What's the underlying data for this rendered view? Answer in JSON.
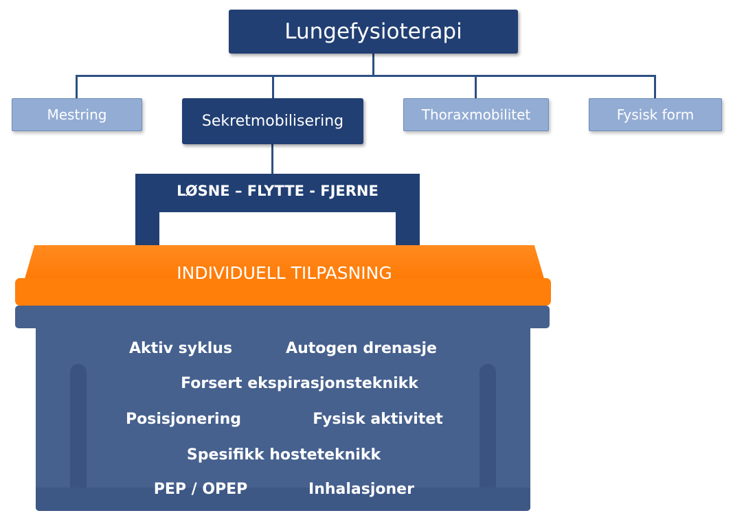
{
  "diagram": {
    "root": "Lungefysioterapi",
    "branches": [
      "Mestring",
      "Sekretmobilisering",
      "Thoraxmobilitet",
      "Fysisk form"
    ],
    "handle_label": "LØSNE – FLYTTE - FJERNE",
    "lid_label": "INDIVIDUELL TILPASNING",
    "techniques": [
      "Aktiv syklus",
      "Autogen drenasje",
      "Forsert ekspirasjonsteknikk",
      "Posisjonering",
      "Fysisk aktivitet",
      "Spesifikk hosteteknikk",
      "PEP / OPEP",
      "Inhalasjoner"
    ]
  },
  "colors": {
    "dark_blue": "#213f73",
    "light_blue": "#93acd4",
    "orange": "#ff7f0a",
    "case_blue": "#46618e"
  }
}
